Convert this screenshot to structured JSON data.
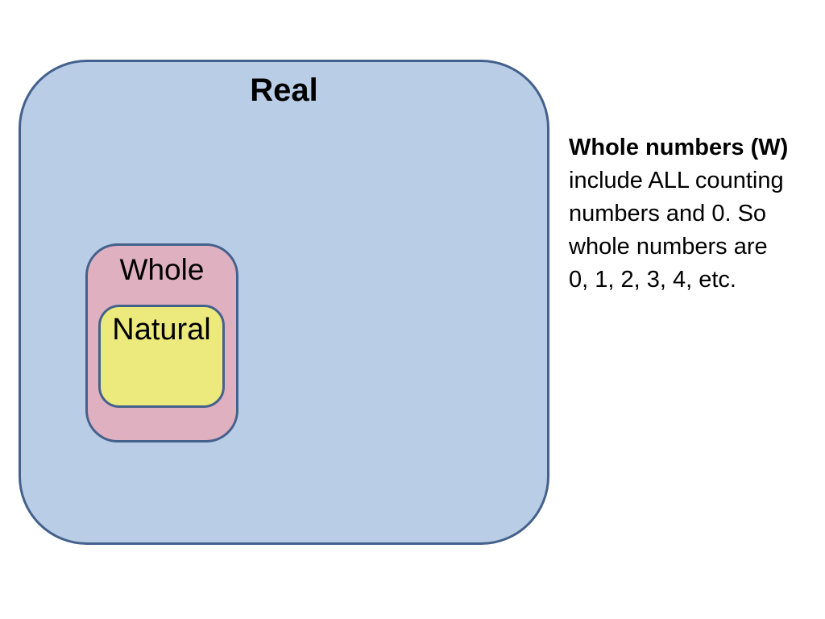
{
  "diagram": {
    "real_set": {
      "label": "Real",
      "fill": "#B9CDE6",
      "border": "#44618C"
    },
    "whole_set": {
      "label": "Whole",
      "fill": "#DFB0C0",
      "border": "#44618C"
    },
    "natural_set": {
      "label": "Natural",
      "fill": "#ECE97D",
      "border": "#44618C"
    },
    "text_color": "#000000"
  },
  "note": {
    "lines": [
      "Whole numbers (W)",
      "include ALL counting",
      "numbers and 0. So",
      "whole numbers are",
      "0, 1, 2, 3, 4, etc."
    ]
  }
}
